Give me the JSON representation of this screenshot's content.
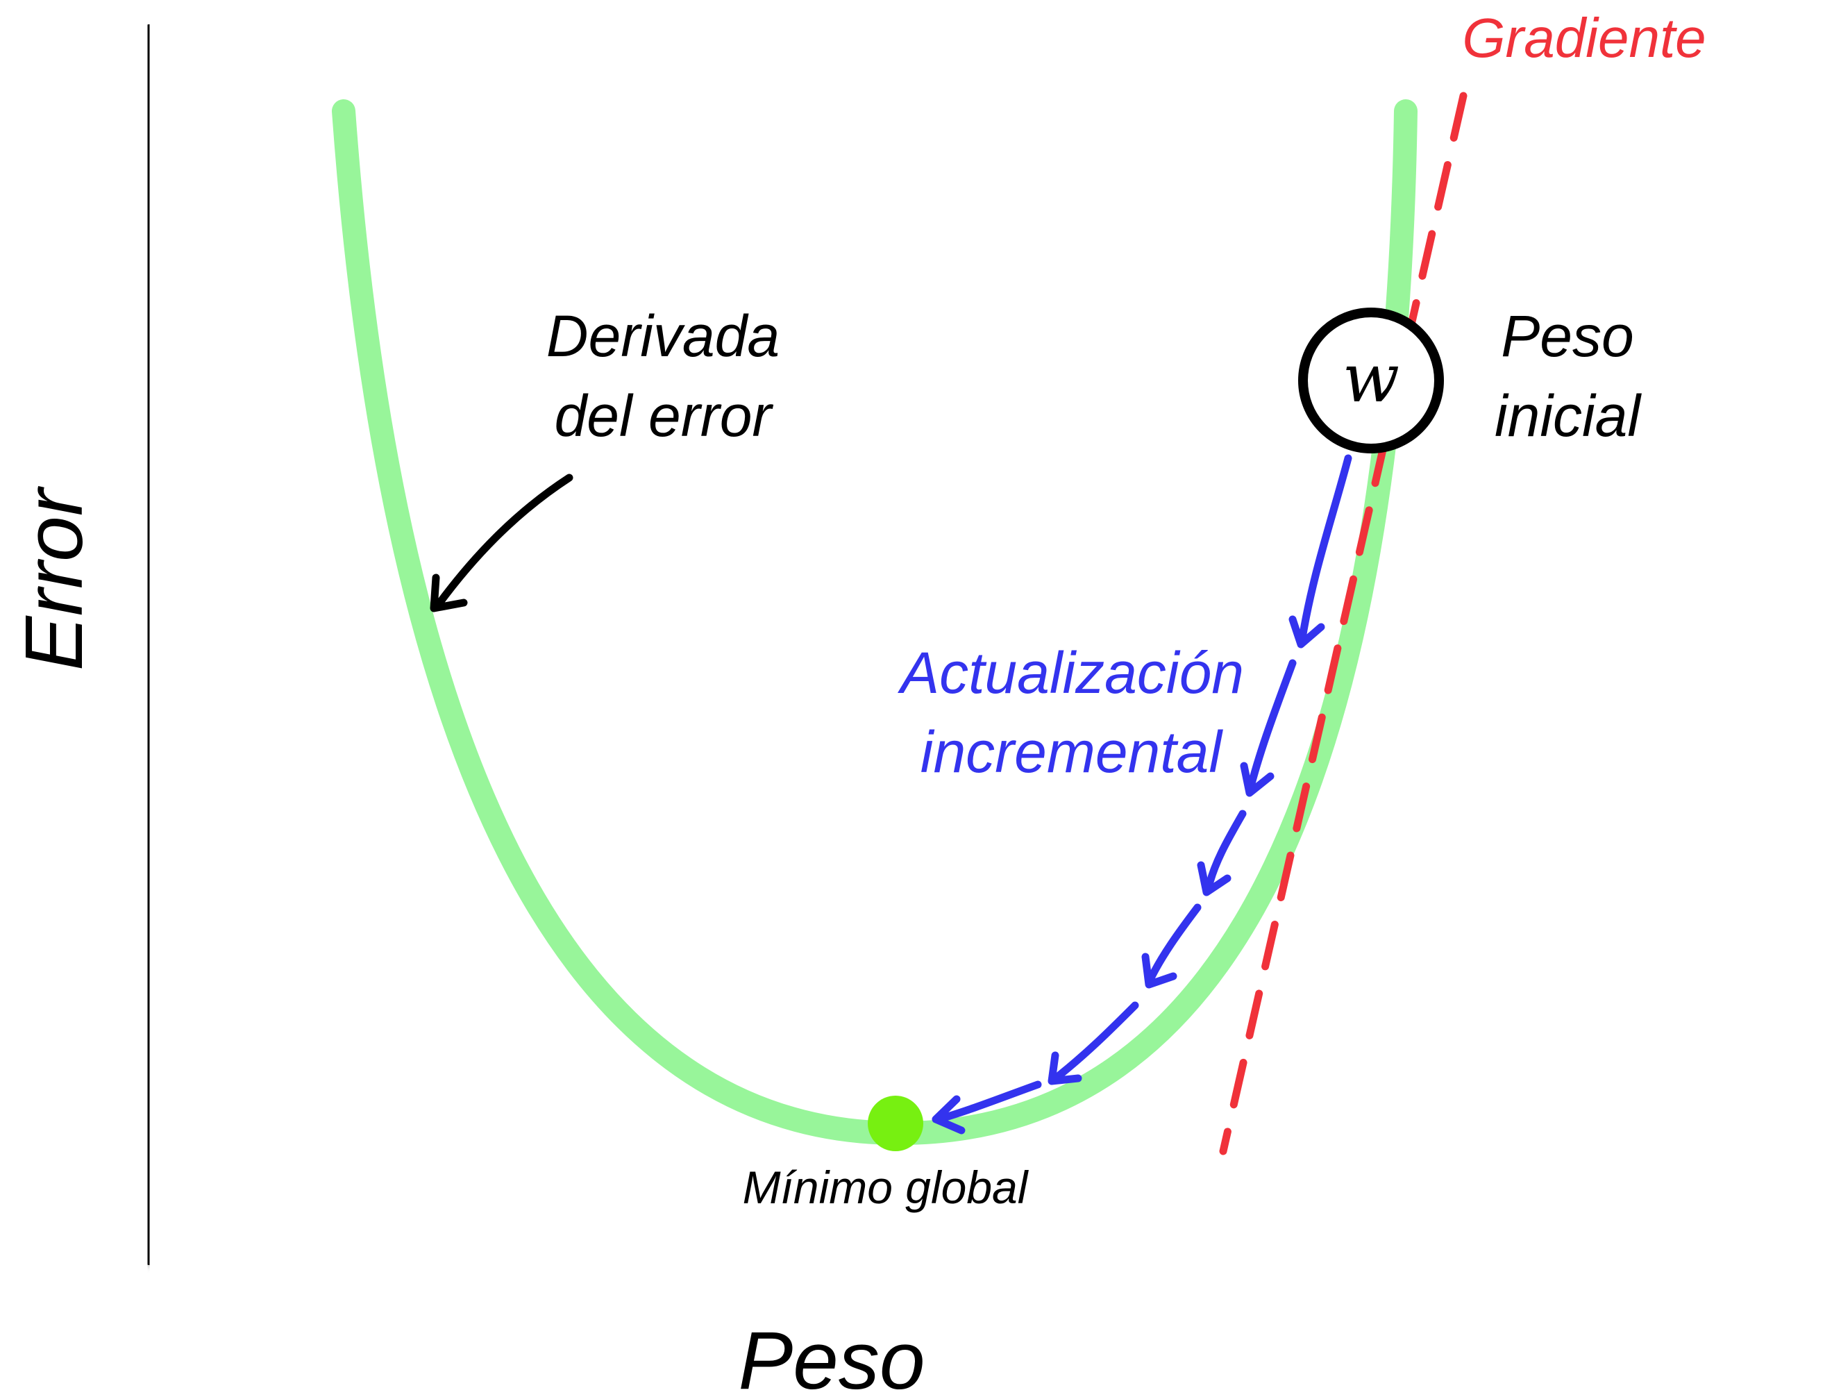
{
  "labels": {
    "gradient": "Gradiente",
    "derivative_line1": "Derivada",
    "derivative_line2": "del error",
    "initial_weight_line1": "Peso",
    "initial_weight_line2": "inicial",
    "weight_symbol": "w",
    "incremental_line1": "Actualización",
    "incremental_line2": "incremental",
    "global_minimum": "Mínimo global",
    "x_axis": "Peso",
    "y_axis": "Error"
  },
  "colors": {
    "curve": "#98f59a",
    "gradient": "#f0323a",
    "steps": "#3333ee",
    "axis": "#000000",
    "minimum_point": "#77f011",
    "text": "#000000"
  }
}
